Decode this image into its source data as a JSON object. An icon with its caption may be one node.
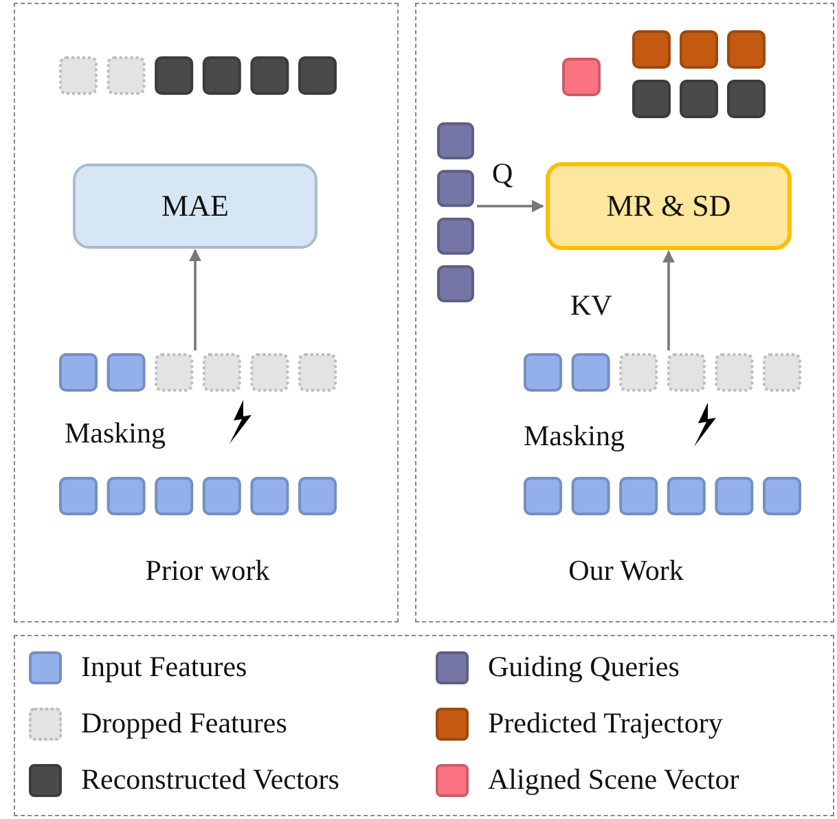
{
  "diagram": {
    "nodes": [
      {
        "text": [
          "Prior work"
        ]
      },
      {
        "text": [],
        "shape": "bar",
        "in": 0
      },
      {
        "text": [
          "MAE"
        ],
        "in": 0
      },
      {
        "text": [],
        "shape": "bar",
        "in": 0
      },
      {
        "text": [],
        "shape": "bar",
        "in": 0
      },
      {
        "text": [
          "Our Work"
        ]
      },
      {
        "text": [],
        "shape": "box",
        "in": 5
      },
      {
        "text": [],
        "shape": "bar",
        "in": 5
      },
      {
        "text": [],
        "shape": "bar",
        "in": 5
      },
      {
        "text": [],
        "shape": "bar",
        "in": 5
      },
      {
        "text": [
          "MR & SD"
        ],
        "in": 5
      },
      {
        "text": [],
        "shape": "bar",
        "in": 5
      },
      {
        "text": [],
        "shape": "bar",
        "in": 5
      }
    ],
    "edges": [
      {
        "from": 3,
        "to": 2,
        "arrow": "to"
      },
      {
        "from": 9,
        "to": 10,
        "label": "Q",
        "arrow": "to"
      },
      {
        "from": 11,
        "to": 10,
        "label": "KV",
        "arrow": "to"
      }
    ],
    "labels": [
      "Masking",
      "Masking"
    ],
    "legend": [
      {
        "text": "Input Features",
        "color": "#94b0ec"
      },
      {
        "text": "Guiding Queries",
        "color": "#7676a6"
      },
      {
        "text": "Dropped Features",
        "color": "#e3e3e3"
      },
      {
        "text": "Predicted Trajectory",
        "color": "#c45a12"
      },
      {
        "text": "Reconstructed Vectors",
        "color": "#4a4a4a"
      },
      {
        "text": "Aligned Scene Vector",
        "color": "#fb7382"
      }
    ]
  }
}
